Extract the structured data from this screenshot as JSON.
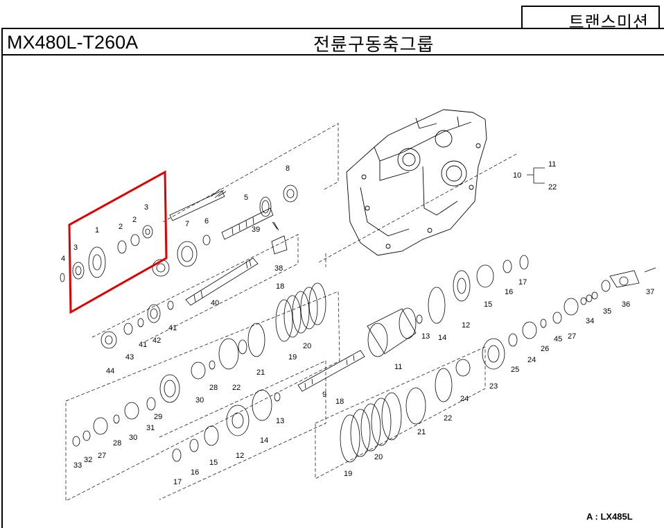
{
  "header": {
    "section": "트랜스미션",
    "model": "MX480L-T260A",
    "group_title": "전륜구동축그룹"
  },
  "footnote": "A : LX485L",
  "highlight_color": "#e00000",
  "callouts": [
    {
      "id": "c1",
      "text": "1"
    },
    {
      "id": "c2",
      "text": "2"
    },
    {
      "id": "c3",
      "text": "2"
    },
    {
      "id": "c4",
      "text": "3"
    },
    {
      "id": "c5",
      "text": "3"
    },
    {
      "id": "c6",
      "text": "4"
    },
    {
      "id": "c7",
      "text": "5"
    },
    {
      "id": "c8",
      "text": "6"
    },
    {
      "id": "c9",
      "text": "7"
    },
    {
      "id": "c10",
      "text": "8"
    },
    {
      "id": "c11",
      "text": "39"
    },
    {
      "id": "c12",
      "text": "38"
    },
    {
      "id": "c13",
      "text": "40"
    },
    {
      "id": "c14",
      "text": "41"
    },
    {
      "id": "c15",
      "text": "41"
    },
    {
      "id": "c16",
      "text": "42"
    },
    {
      "id": "c17",
      "text": "43"
    },
    {
      "id": "c18",
      "text": "44"
    },
    {
      "id": "c19",
      "text": "10"
    },
    {
      "id": "c20",
      "text": "11"
    },
    {
      "id": "c21",
      "text": "22"
    },
    {
      "id": "c22",
      "text": "17"
    },
    {
      "id": "c23",
      "text": "16"
    },
    {
      "id": "c24",
      "text": "15"
    },
    {
      "id": "c25",
      "text": "12"
    },
    {
      "id": "c26",
      "text": "14"
    },
    {
      "id": "c27",
      "text": "13"
    },
    {
      "id": "c28",
      "text": "11"
    },
    {
      "id": "c29",
      "text": "18"
    },
    {
      "id": "c30",
      "text": "20"
    },
    {
      "id": "c31",
      "text": "19"
    },
    {
      "id": "c32",
      "text": "21"
    },
    {
      "id": "c33",
      "text": "22"
    },
    {
      "id": "c34",
      "text": "28"
    },
    {
      "id": "c35",
      "text": "30"
    },
    {
      "id": "c36",
      "text": "29"
    },
    {
      "id": "c37",
      "text": "31"
    },
    {
      "id": "c38",
      "text": "30"
    },
    {
      "id": "c39",
      "text": "28"
    },
    {
      "id": "c40",
      "text": "27"
    },
    {
      "id": "c41",
      "text": "32"
    },
    {
      "id": "c42",
      "text": "33"
    },
    {
      "id": "c43",
      "text": "9"
    },
    {
      "id": "c44",
      "text": "13"
    },
    {
      "id": "c45",
      "text": "14"
    },
    {
      "id": "c46",
      "text": "12"
    },
    {
      "id": "c47",
      "text": "15"
    },
    {
      "id": "c48",
      "text": "16"
    },
    {
      "id": "c49",
      "text": "17"
    },
    {
      "id": "c50",
      "text": "18"
    },
    {
      "id": "c51",
      "text": "20"
    },
    {
      "id": "c52",
      "text": "19"
    },
    {
      "id": "c53",
      "text": "21"
    },
    {
      "id": "c54",
      "text": "22"
    },
    {
      "id": "c55",
      "text": "24"
    },
    {
      "id": "c56",
      "text": "23"
    },
    {
      "id": "c57",
      "text": "25"
    },
    {
      "id": "c58",
      "text": "24"
    },
    {
      "id": "c59",
      "text": "26"
    },
    {
      "id": "c60",
      "text": "45"
    },
    {
      "id": "c61",
      "text": "27"
    },
    {
      "id": "c62",
      "text": "34"
    },
    {
      "id": "c63",
      "text": "35"
    },
    {
      "id": "c64",
      "text": "36"
    },
    {
      "id": "c65",
      "text": "37"
    }
  ]
}
